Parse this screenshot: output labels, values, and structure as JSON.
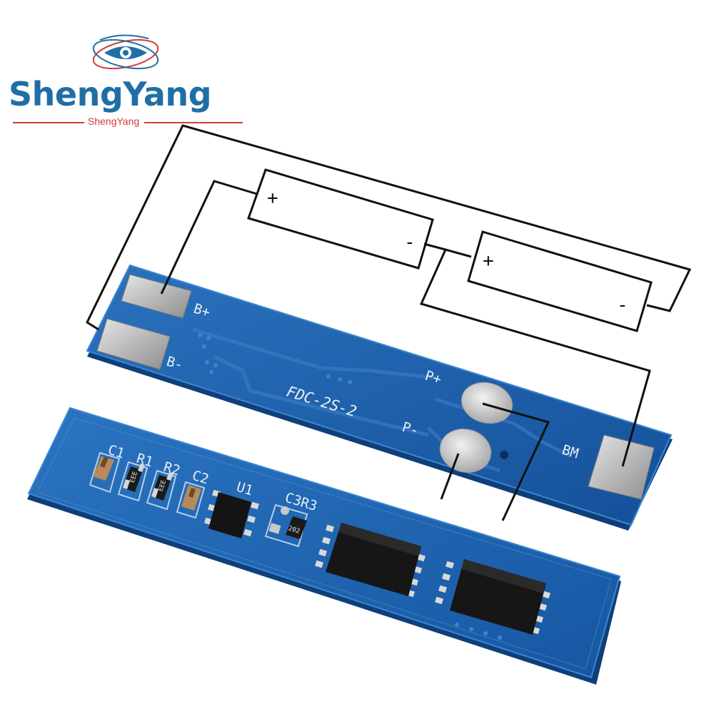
{
  "brand": {
    "name": "ShengYang",
    "subname": "ShengYang",
    "primary_color": "#1f6fa6",
    "accent_color": "#d43a3a"
  },
  "diagram": {
    "battery1": {
      "plus": "+",
      "minus": "-"
    },
    "battery2": {
      "plus": "+",
      "minus": "-"
    }
  },
  "board_top": {
    "pad_labels": {
      "b_plus": "B+",
      "b_minus": "B-",
      "p_plus": "P+",
      "p_minus": "P-",
      "bm": "BM"
    },
    "model": "FDC-2S-2",
    "pcb_color": "#1d5fa8"
  },
  "board_bottom": {
    "silkscreen": {
      "c1": "C1",
      "r1": "R1",
      "r2": "R2",
      "c2": "C2",
      "u1": "U1",
      "c3r3": "C3R3",
      "r1_code": "EEE",
      "r2_code": "EEE",
      "r3_code": "202"
    }
  }
}
